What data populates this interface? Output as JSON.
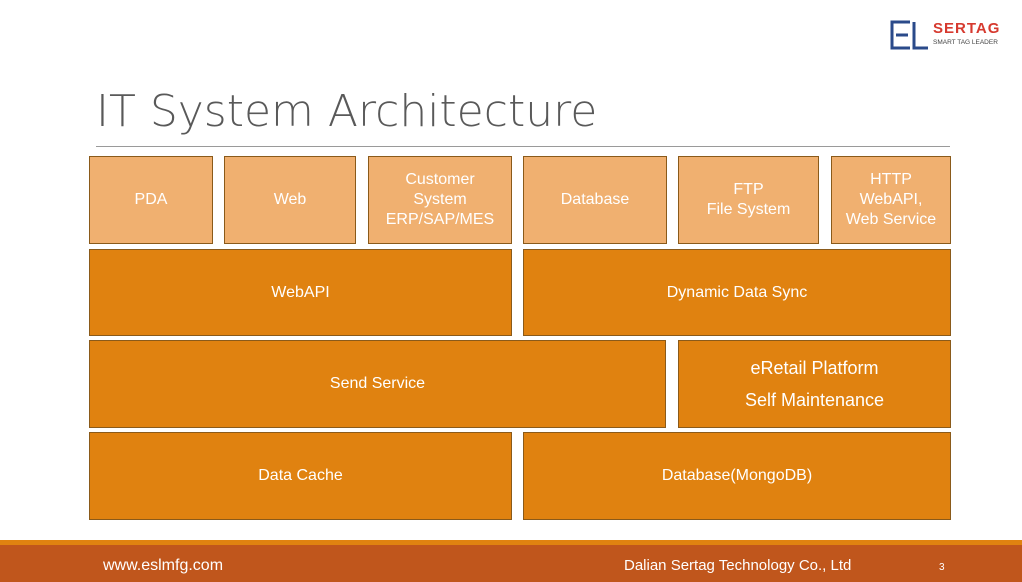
{
  "logo": {
    "name": "SERTAG",
    "tagline": "SMART TAG LEADER",
    "mark_color": "#2a4a8a",
    "accent_color": "#d63a2f"
  },
  "title": "IT System Architecture",
  "colors": {
    "light_box": "#f0b070",
    "dark_box": "#e08210",
    "footer": "#c0561c"
  },
  "top_row": {
    "pda": "PDA",
    "web": "Web",
    "customer": [
      "Customer",
      "System",
      "ERP/SAP/MES"
    ],
    "database": "Database",
    "ftp": [
      "FTP",
      "File System"
    ],
    "http": [
      "HTTP",
      "WebAPI,",
      "Web Service"
    ]
  },
  "layer2": {
    "webapi": "WebAPI",
    "dynamic_sync": "Dynamic Data Sync"
  },
  "layer3": {
    "send_service": "Send Service",
    "eretail": [
      "eRetail Platform",
      "Self Maintenance"
    ]
  },
  "layer4": {
    "data_cache": "Data Cache",
    "mongodb": "Database(MongoDB)"
  },
  "footer": {
    "url": "www.eslmfg.com",
    "company": "Dalian Sertag Technology Co., Ltd",
    "page": "3"
  }
}
